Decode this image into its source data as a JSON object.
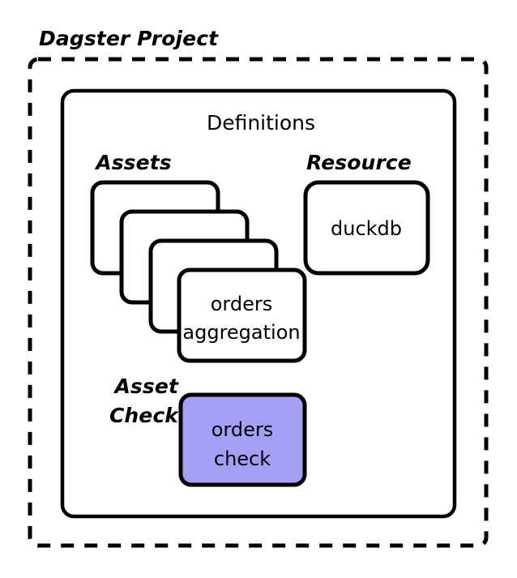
{
  "diagram": {
    "type": "architecture-block-diagram",
    "outer_container": {
      "label": "Dagster Project",
      "border_style": "dashed",
      "border_color": "#000000"
    },
    "inner_container": {
      "label": "Definitions",
      "border_style": "solid",
      "border_color": "#000000"
    },
    "groups": [
      {
        "name": "assets-group",
        "label": "Assets"
      },
      {
        "name": "resource-group",
        "label": "Resource"
      },
      {
        "name": "asset-check-group",
        "label_line1": "Asset",
        "label_line2": "Check"
      }
    ],
    "nodes": [
      {
        "name": "asset-card-1",
        "label": "",
        "fill": "#ffffff",
        "stroke": "#000000"
      },
      {
        "name": "asset-card-2",
        "label": "",
        "fill": "#ffffff",
        "stroke": "#000000"
      },
      {
        "name": "asset-card-3",
        "label": "",
        "fill": "#ffffff",
        "stroke": "#000000"
      },
      {
        "name": "asset-orders-aggregation",
        "label_line1": "orders",
        "label_line2": "aggregation",
        "fill": "#ffffff",
        "stroke": "#000000"
      },
      {
        "name": "resource-duckdb",
        "label": "duckdb",
        "fill": "#ffffff",
        "stroke": "#000000"
      },
      {
        "name": "asset-check-orders-check",
        "label_line1": "orders",
        "label_line2": "check",
        "fill": "#A5A0F5",
        "stroke": "#000000"
      }
    ],
    "edges": [
      {
        "from": "asset-card-1",
        "to": "resource-duckdb",
        "style": "dashed"
      },
      {
        "from": "asset-card-2",
        "to": "resource-duckdb",
        "style": "dashed"
      },
      {
        "from": "asset-card-3",
        "to": "resource-duckdb",
        "style": "dashed"
      },
      {
        "from": "asset-orders-aggregation",
        "to": "resource-duckdb",
        "style": "dashed"
      },
      {
        "from": "asset-orders-aggregation",
        "to": "asset-check-orders-check",
        "style": "dashed"
      },
      {
        "from": "resource-duckdb",
        "to": "asset-check-orders-check",
        "style": "dashed"
      }
    ],
    "colors": {
      "background": "#ffffff",
      "stroke": "#000000",
      "edge": "#3a3f4b",
      "check_fill": "#A5A0F5"
    }
  }
}
